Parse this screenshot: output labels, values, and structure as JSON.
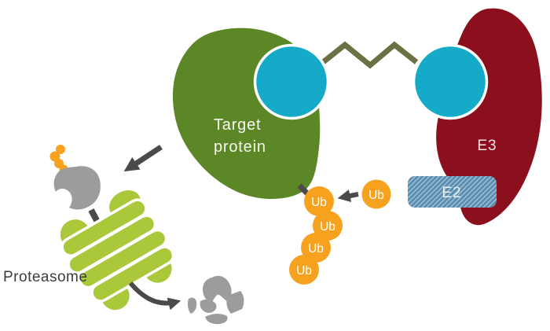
{
  "diagram": {
    "labels": {
      "target_protein_line1": "Target",
      "target_protein_line2": "protein",
      "e3_ligase": "E3",
      "e2_enzyme": "E2",
      "free_ubiquitin": "Ub",
      "proteasome": "Proteasome"
    },
    "ubiquitin_chain": [
      "Ub",
      "Ub",
      "Ub",
      "Ub"
    ],
    "colors": {
      "target_protein_green": "#5c8727",
      "ligand_cyan": "#16aac9",
      "linker_olive": "#6b7144",
      "e3_maroon": "#8c0f1d",
      "ubiquitin_orange": "#f6a21f",
      "e2_stripe_light": "#a9c9dd",
      "e2_stripe_dark": "#5a8cb0",
      "proteasome_lime": "#a9c83a",
      "substrate_gray": "#9c9c9c",
      "arrow_dark_gray": "#4a4a4a"
    }
  }
}
